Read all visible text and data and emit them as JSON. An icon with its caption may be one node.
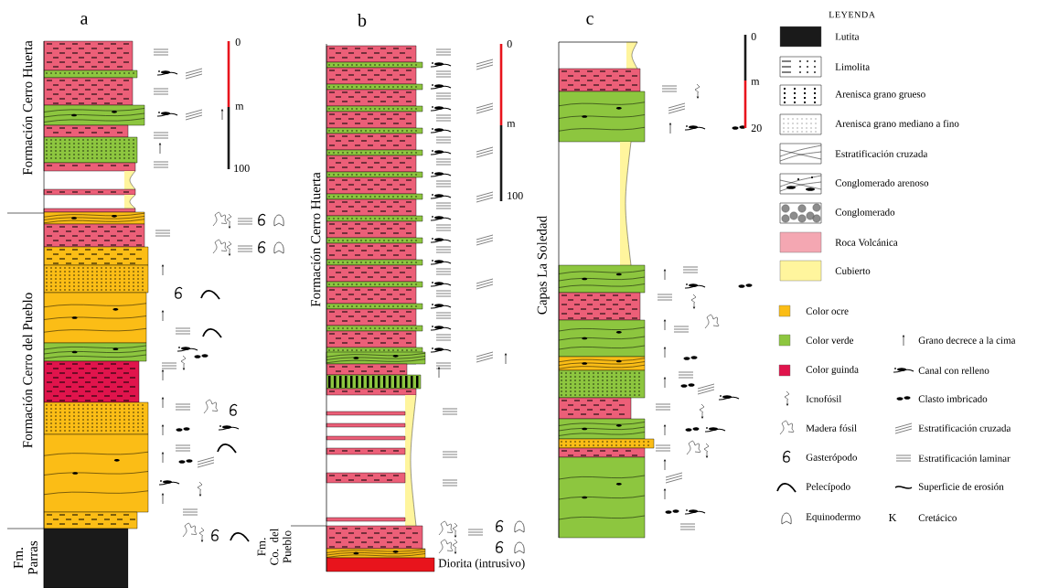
{
  "diagram": {
    "labels": [
      "a",
      "Formación Cerro Huerta",
      "Formación Cerro del Pueblo",
      "Fm. Parras",
      "0",
      "m",
      "100",
      "b",
      "Formación Cerro Huerta",
      "Fm. Co. del Pueblo",
      "Diorita (intrusivo)",
      "0",
      "m",
      "100",
      "c",
      "Capas La Soledad",
      "0",
      "m",
      "20",
      "LEYENDA",
      "K"
    ],
    "legend": [
      {
        "text": "Lutita",
        "color": "#1a1a1a"
      },
      {
        "text": "Limolita"
      },
      {
        "text": "Arenisca grano grueso"
      },
      {
        "text": "Arenisca grano mediano a fino"
      },
      {
        "text": "Estratificación cruzada"
      },
      {
        "text": "Conglomerado arenoso"
      },
      {
        "text": "Conglomerado"
      },
      {
        "text": "Roca Volcánica",
        "color": "#f4a7b2"
      },
      {
        "text": "Cubierto",
        "color": "#fff59d"
      },
      {
        "text": "Color ocre",
        "color": "#fbbd16"
      },
      {
        "text": "Color verde",
        "color": "#8dc63f"
      },
      {
        "text": "Color guinda",
        "color": "#e0144c"
      },
      {
        "text": "Icnofósil"
      },
      {
        "text": "Madera fósil"
      },
      {
        "text": "Gasterópodo"
      },
      {
        "text": "Pelecípodo"
      },
      {
        "text": "Equinodermo"
      },
      {
        "text": "Grano decrece a la cima"
      },
      {
        "text": "Canal con relleno"
      },
      {
        "text": "Clasto imbricado"
      },
      {
        "text": "Estratificación cruzada"
      },
      {
        "text": "Estratificación laminar"
      },
      {
        "text": "Superficie de erosión"
      },
      {
        "text": "Cretácico"
      }
    ]
  }
}
